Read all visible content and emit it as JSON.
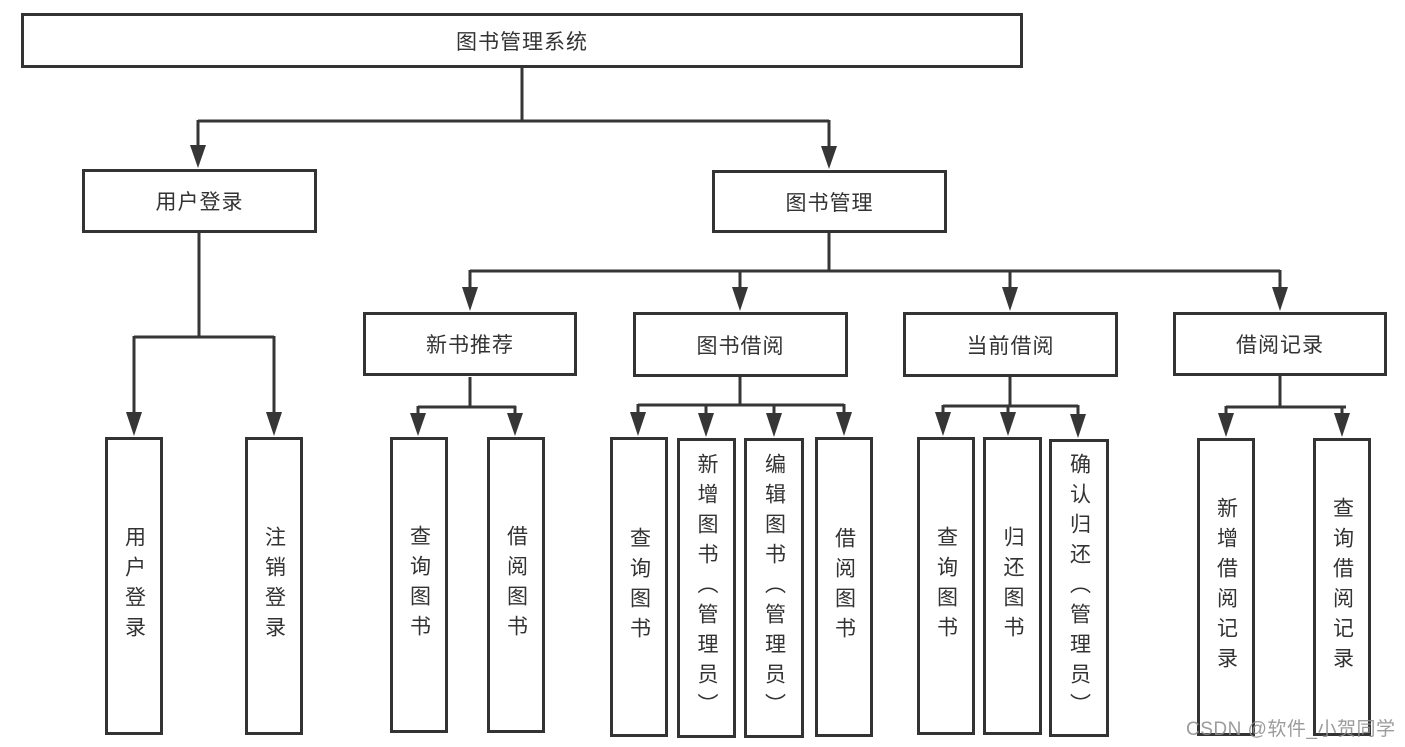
{
  "style": {
    "background": "#ffffff",
    "line_color": "#363636",
    "box_border_color": "#333333",
    "text_color": "#333333",
    "watermark_color": "#8e8e8e"
  },
  "nodes": {
    "root": {
      "label": "图书管理系统"
    },
    "user_login": {
      "label": "用户登录"
    },
    "book_mgmt": {
      "label": "图书管理"
    },
    "new_book_rec": {
      "label": "新书推荐"
    },
    "book_borrow": {
      "label": "图书借阅"
    },
    "current_borrow": {
      "label": "当前借阅"
    },
    "borrow_records": {
      "label": "借阅记录"
    },
    "login_leaves": [
      {
        "label": "用户登录"
      },
      {
        "label": "注销登录"
      }
    ],
    "rec_leaves": [
      {
        "label": "查询图书"
      },
      {
        "label": "借阅图书"
      }
    ],
    "borrow_leaves": [
      {
        "label": "查询图书"
      },
      {
        "label": "新增图书（管理员）"
      },
      {
        "label": "编辑图书（管理员）"
      },
      {
        "label": "借阅图书"
      }
    ],
    "current_leaves": [
      {
        "label": "查询图书"
      },
      {
        "label": "归还图书"
      },
      {
        "label": "确认归还（管理员）"
      }
    ],
    "records_leaves": [
      {
        "label": "新增借阅记录"
      },
      {
        "label": "查询借阅记录"
      }
    ]
  },
  "watermark": {
    "text": "CSDN @软件_小贺同学"
  }
}
